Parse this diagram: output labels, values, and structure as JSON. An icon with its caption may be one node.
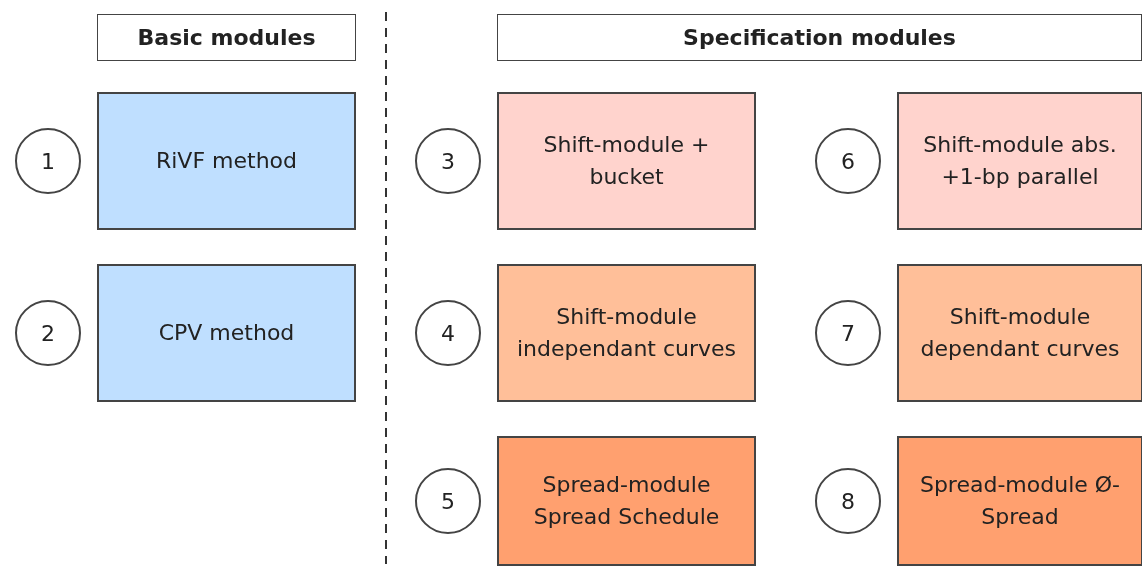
{
  "diagram": {
    "nodes": [
      {
        "text": [
          "Basic modules"
        ]
      },
      {
        "text": [
          "Specification modules"
        ]
      },
      {
        "text": [
          "1"
        ]
      },
      {
        "text": [
          "RiVF method"
        ]
      },
      {
        "text": [
          "3"
        ]
      },
      {
        "text": [
          "Shift-module + bucket"
        ]
      },
      {
        "text": [
          "6"
        ]
      },
      {
        "text": [
          "Shift-module abs. +1-bp parallel"
        ]
      },
      {
        "text": [
          "2"
        ]
      },
      {
        "text": [
          "CPV method"
        ]
      },
      {
        "text": [
          "4"
        ]
      },
      {
        "text": [
          "Shift-module independant curves"
        ]
      },
      {
        "text": [
          "7"
        ]
      },
      {
        "text": [
          "Shift-module dependant curves"
        ]
      },
      {
        "text": [
          "5"
        ]
      },
      {
        "text": [
          "Spread-module Spread Schedule"
        ]
      },
      {
        "text": [
          "8"
        ]
      },
      {
        "text": [
          "Spread-module Ø-Spread"
        ]
      }
    ],
    "edges": []
  }
}
